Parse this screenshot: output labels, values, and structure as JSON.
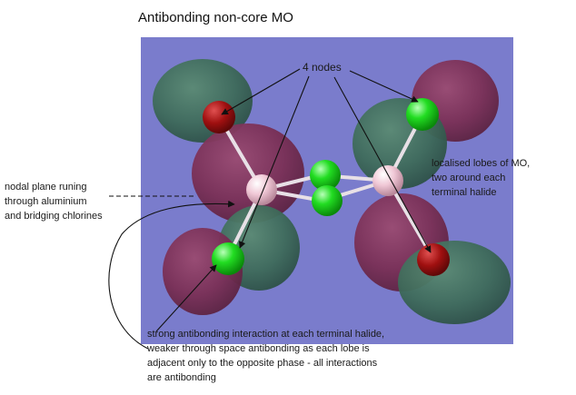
{
  "title": "Antibonding non-core MO",
  "annotations": {
    "nodes": "4 nodes",
    "nodal_plane": [
      "nodal plane runing",
      "through aluminium",
      "and bridging chlorines"
    ],
    "lobes": [
      "localised lobes of MO,",
      "two around each",
      "terminal halide"
    ],
    "antibonding": [
      "strong antibonding interaction at each terminal halide,",
      "weaker through space antibonding as each lobe is",
      "adjacent only to the opposite phase - all interactions",
      "are antibonding"
    ]
  },
  "colors": {
    "background": "#7a7ccc",
    "lobe_positive": "#3e6b5a",
    "lobe_negative": "#7a2f55",
    "aluminium": "#e8b8c8",
    "chlorine": "#22dd22",
    "terminal_red": "#a01010",
    "arrow": "#111111"
  }
}
